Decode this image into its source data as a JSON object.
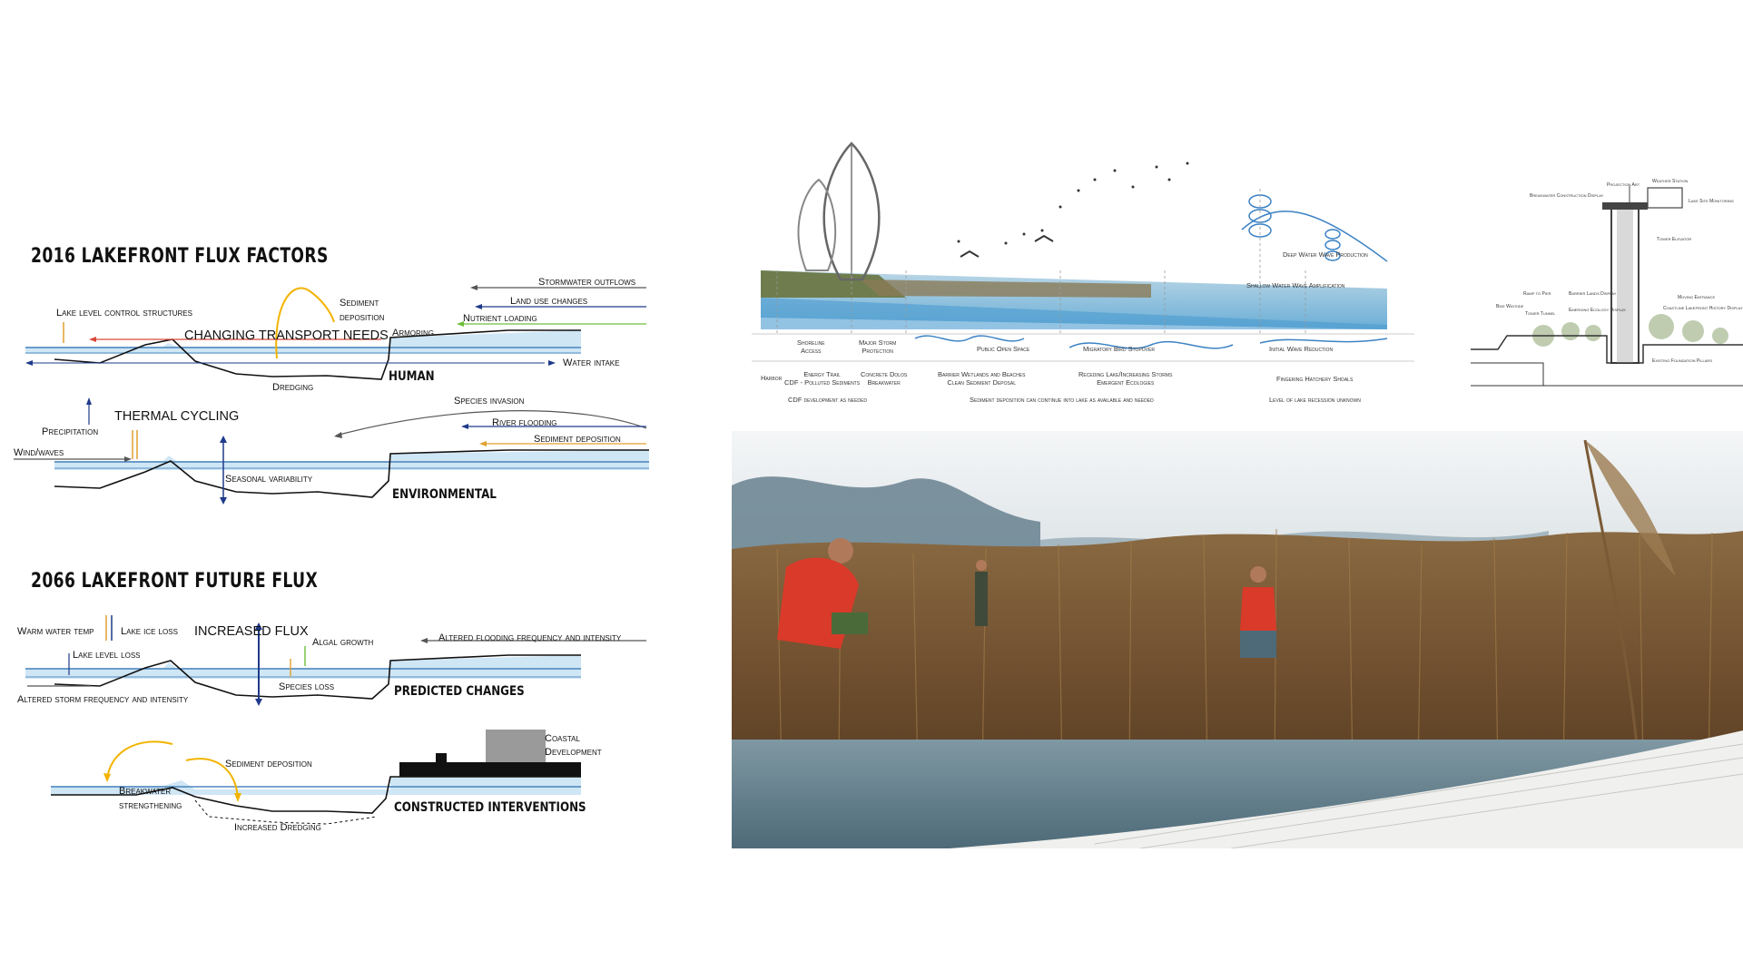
{
  "flux2016": {
    "title": "2016 LAKEFRONT FLUX FACTORS",
    "human": {
      "category": "HUMAN",
      "lake_level": "Lake level control structures",
      "transport": "CHANGING TRANSPORT NEEDS",
      "sediment1": "Sediment",
      "sediment2": "deposition",
      "stormwater": "Stormwater outflows",
      "land_use": "Land use changes",
      "nutrient": "Nutrient loading",
      "armoring": "Armoring",
      "water_intake": "Water intake",
      "dredging": "Dredging"
    },
    "environmental": {
      "category": "ENVIRONMENTAL",
      "species": "Species invasion",
      "thermal": "THERMAL CYCLING",
      "precipitation": "Precipitation",
      "river": "River flooding",
      "sediment": "Sediment deposition",
      "wind": "Wind/waves",
      "seasonal": "Seasonal variability"
    }
  },
  "flux2066": {
    "title": "2066 LAKEFRONT FUTURE FLUX",
    "predicted": {
      "category": "PREDICTED CHANGES",
      "warm": "Warm water temp",
      "ice": "Lake ice loss",
      "increased": "INCREASED FLUX",
      "algal": "Algal growth",
      "flooding": "Altered flooding frequency and intensity",
      "level_loss": "Lake level loss",
      "storm": "Altered storm frequency and intensity",
      "species_loss": "Species loss"
    },
    "constructed": {
      "category": "CONSTRUCTED INTERVENTIONS",
      "coastal1": "Coastal",
      "coastal2": "Development",
      "sediment": "Sediment deposition",
      "breakwater1": "Breakwater",
      "breakwater2": "strengthening",
      "dredging": "Increased Dredging"
    }
  },
  "section": {
    "deep_wave": "Deep Water Wave Production",
    "shallow_wave": "Shallow Water Wave Amplification",
    "zones": [
      {
        "name": "Shoreline\nAccess",
        "detail": "Energy Trail\nCDF - Polluted Sediments"
      },
      {
        "name": "Major Storm\nProtection",
        "detail": "Concrete Dolos\nBreakwater"
      },
      {
        "name": "Public Open Space",
        "detail": "Barrier Wetlands and Beaches\nClean Sediment Deposal"
      },
      {
        "name": "Migratory Bird Stopover",
        "detail": "Receding Lake/Increasing Storms\nEmergent Ecologies"
      },
      {
        "name": "Initial Wave Reduction",
        "detail": "Fingering Hatchery Shoals"
      }
    ],
    "harbor": "Harbor",
    "bottom": [
      "CDF development as needed",
      "Sediment deposition can continue into lake as available and needed",
      "Level of lake recession unknown"
    ]
  },
  "tower": {
    "labels": [
      "Projection Art",
      "Weather Station",
      "Breakwater Construction Display",
      "Lake Site Monitoring",
      "Tower Elevator",
      "Bike Wayside",
      "Ramp to Pier",
      "Tower Tunnel",
      "Barrier Lands Display",
      "Emerging Ecology Display",
      "Moving Entrance",
      "Coastline Lakefront History Display",
      "Existing Foundation Pillars"
    ]
  },
  "colors": {
    "water": "#cfe6f5",
    "water_line": "#2f6fb0",
    "arrow_orange": "#e0a030",
    "arrow_yellow": "#f2b400",
    "arrow_navy": "#1f3a8a",
    "arrow_green": "#6cbf3a",
    "arrow_red": "#d94a3a",
    "arrow_gray": "#555555"
  }
}
